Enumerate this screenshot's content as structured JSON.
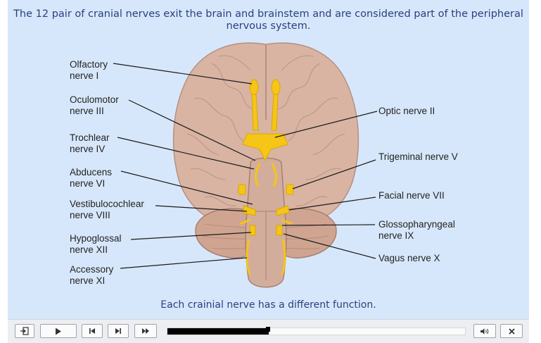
{
  "slide": {
    "title": "The 12 pair of cranial nerves exit the brain and brainstem and are considered part of the peripheral nervous system.",
    "caption": "Each crainial nerve has a different function."
  },
  "labels": {
    "olfactory": "Olfactory\nnerve I",
    "oculomotor": "Oculomotor\nnerve III",
    "trochlear": "Trochlear\nnerve IV",
    "abducens": "Abducens\nnerve VI",
    "vestibulocochlear": "Vestibulocochlear\nnerve VIII",
    "hypoglossal": "Hypoglossal\nnerve XII",
    "accessory": "Accessory\nnerve XI",
    "optic": "Optic nerve II",
    "trigeminal": "Trigeminal nerve V",
    "facial": "Facial nerve VII",
    "glossopharyngeal": "Glossopharyngeal\nnerve IX",
    "vagus": "Vagus nerve X"
  },
  "controls": {
    "exit_icon": "exit-icon",
    "play_icon": "play-icon",
    "prev_icon": "skip-back-icon",
    "next_icon": "skip-forward-icon",
    "fast_forward_icon": "fast-forward-icon",
    "volume_icon": "volume-icon",
    "close_icon": "close-icon",
    "progress": 0.34
  },
  "colors": {
    "slide_bg": "#d7e7fb",
    "title_text": "#2a3f7d",
    "brain": "#d9b4a3",
    "nerve": "#f5c518"
  }
}
